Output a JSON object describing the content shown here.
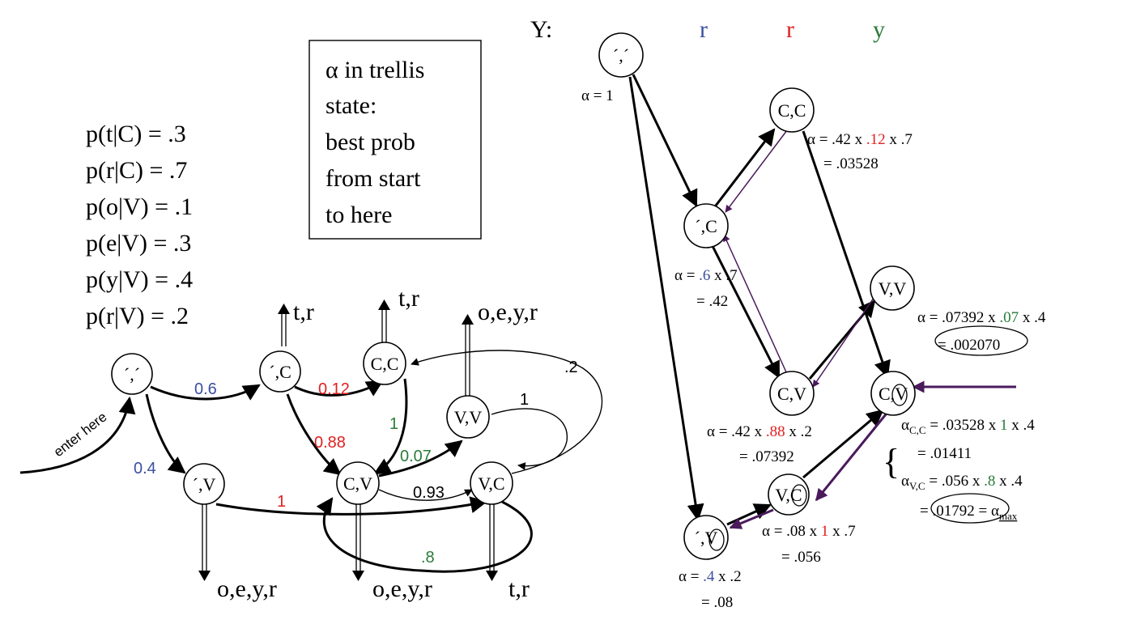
{
  "colors": {
    "blue": "#3b4fa0",
    "red": "#e02020",
    "green": "#2a7a3a",
    "purple": "#4a1a5c"
  },
  "emissions": [
    "p(t|C) = .3",
    "p(r|C) = .7",
    "p(o|V) = .1",
    "p(e|V) = .3",
    "p(y|V) = .4",
    "p(r|V) = .2"
  ],
  "box_lines": [
    "α in trellis",
    "state:",
    "best prob",
    "from start",
    "to here"
  ],
  "enter_label": "enter here",
  "left_nodes": {
    "start": "´,´",
    "sC": "´,C",
    "sV": "´,V",
    "CC": "C,C",
    "CV": "C,V",
    "VV": "V,V",
    "VC": "V,C"
  },
  "left_edges": {
    "start_sC": "0.6",
    "start_sV": "0.4",
    "sC_CC": "0.12",
    "sC_CV": "0.88",
    "sV_VC": "1",
    "CC_CV": "1",
    "CV_VV": "0.07",
    "CV_VC": "0.93",
    "VC_CV": ".8",
    "VV_VC": "1",
    "VC_CC": ".2"
  },
  "outputs": {
    "sC": "t,r",
    "CC": "t,r",
    "VV": "o,e,y,r",
    "sV": "o,e,y,r",
    "CV": "o,e,y,r",
    "VC": "t,r"
  },
  "trellis": {
    "y_label": "Y:",
    "obs": [
      "r",
      "r",
      "y"
    ],
    "nodes": {
      "start": "´,´",
      "sC": "´,C",
      "sV": "´,V",
      "CC": "C,C",
      "CV": "C,V",
      "VV": "V,V",
      "VC": "V,C",
      "CV2": "C,V"
    },
    "alpha_start": "α = 1",
    "sC_alpha": {
      "pre": "α = ",
      "p1": ".6",
      "post": " x .7",
      "result": "= .42"
    },
    "sV_alpha": {
      "pre": "α = ",
      "p1": ".4",
      "post": " x .2",
      "result": "= .08"
    },
    "CC_alpha": {
      "pre": "α = .42 x ",
      "p1": ".12",
      "post": " x .7",
      "result": "= .03528"
    },
    "CV_alpha": {
      "pre": "α = .42 x ",
      "p1": ".88",
      "post": " x .2",
      "result": "= .07392"
    },
    "VC_alpha": {
      "pre": "α = .08 x ",
      "p1": "1",
      "post": " x .7",
      "result": "= .056"
    },
    "VV_alpha": {
      "pre": "α = .07392 x ",
      "p1": ".07",
      "post": " x .4",
      "result": "= .002070"
    },
    "final_cc": {
      "alpha": "α",
      "sub": "C,C",
      "pre": " = .03528 x ",
      "p1": "1",
      "post": " x .4",
      "result": "= .01411"
    },
    "final_vc": {
      "alpha": "α",
      "sub": "V,C",
      "pre": " = .056 x ",
      "p1": ".8",
      "post": " x .4",
      "result": "= .01792",
      "eq": " = ",
      "max": "α",
      "max_sub": "max"
    }
  }
}
